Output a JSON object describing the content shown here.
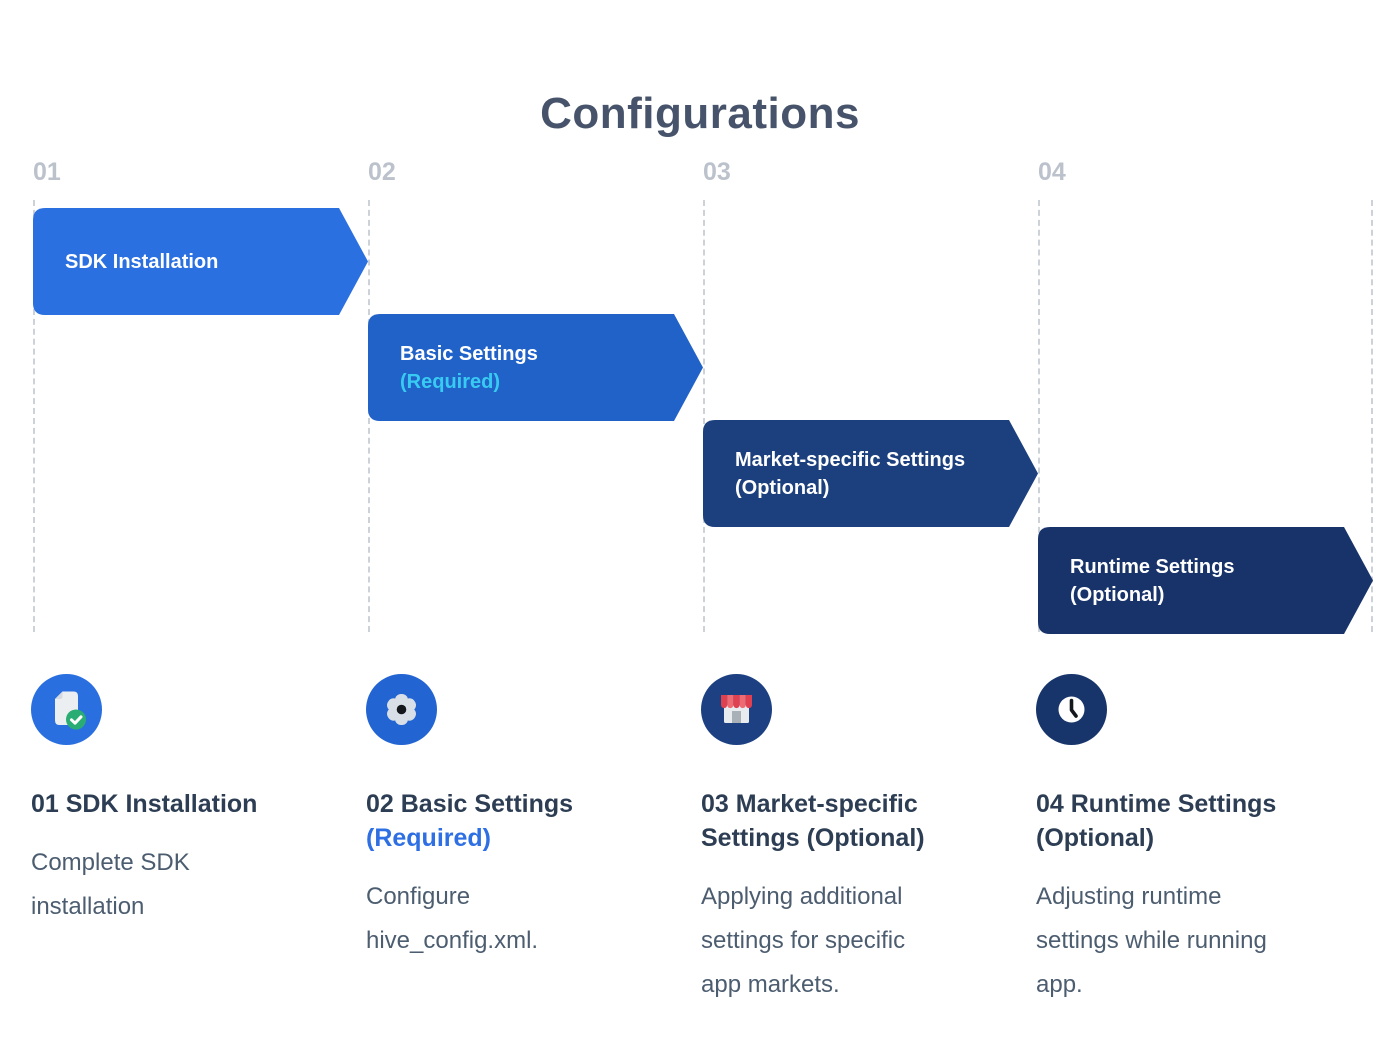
{
  "title": "Configurations",
  "colors": {
    "title_text": "#46536A",
    "step_number": "#BCC2CC",
    "guide_line": "#CDD2D9",
    "banner_1": "#2B70E0",
    "banner_2": "#2162C9",
    "banner_3": "#1C3F7E",
    "banner_4": "#17336A",
    "banner_text": "#FFFFFF",
    "required_cyan": "#38CBF2",
    "heading_text": "#2D3E54",
    "heading_required_blue": "#2E6FE3",
    "body_text": "#4C5D70",
    "icon_bg_1": "#2A6FE0",
    "icon_bg_2": "#2264D2",
    "icon_bg_3": "#1D4082",
    "icon_bg_4": "#17356B",
    "doc_fill": "#ECEFF1",
    "doc_fold": "#D5DADF",
    "check_green": "#29AD74",
    "gear_fill": "#D9DFE6",
    "gear_center": "#14181C",
    "awning_red_dark": "#DF4150",
    "awning_red_light": "#EE6B74",
    "store_body": "#E9ECEF",
    "store_door": "#A9B0B8",
    "clock_face": "#FFFFFF",
    "clock_hands": "#14181C"
  },
  "steps": [
    {
      "number": "01",
      "banner": {
        "line1": "SDK Installation",
        "line2": ""
      },
      "icon": "document-check-icon",
      "detail": {
        "heading_line1": "01 SDK Installation",
        "heading_line2": "",
        "description": "Complete SDK\ninstallation"
      }
    },
    {
      "number": "02",
      "banner": {
        "line1": "Basic Settings",
        "line2": "(Required)"
      },
      "icon": "gear-icon",
      "detail": {
        "heading_line1": "02 Basic Settings",
        "heading_line2": "(Required)",
        "description": "Configure\nhive_config.xml."
      }
    },
    {
      "number": "03",
      "banner": {
        "line1": "Market-specific Settings",
        "line2": "(Optional)"
      },
      "icon": "storefront-icon",
      "detail": {
        "heading_line1": "03 Market-specific",
        "heading_line2": "Settings (Optional)",
        "description": "Applying additional\nsettings for specific\napp markets."
      }
    },
    {
      "number": "04",
      "banner": {
        "line1": "Runtime Settings",
        "line2": "(Optional)"
      },
      "icon": "clock-icon",
      "detail": {
        "heading_line1": "04 Runtime Settings",
        "heading_line2": "(Optional)",
        "description": "Adjusting runtime\nsettings while running\napp."
      }
    }
  ]
}
